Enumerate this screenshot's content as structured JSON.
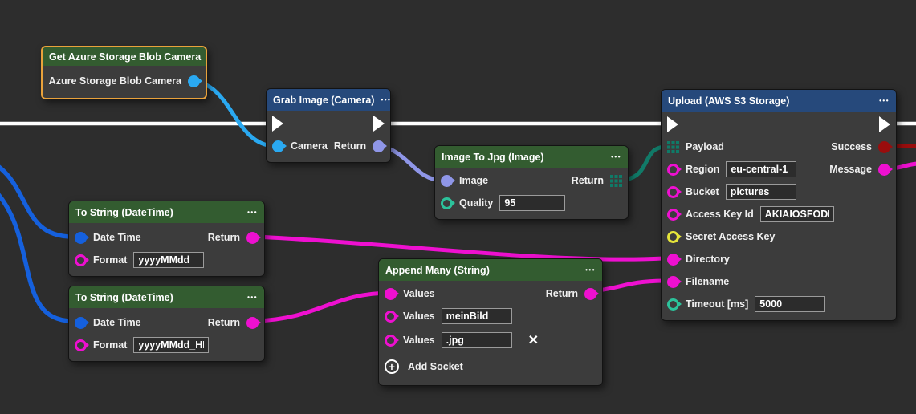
{
  "ui": {
    "menu_icon": "•••",
    "remove_icon": "✕",
    "add_icon": "+"
  },
  "colors": {
    "bg": "#2d2d2d",
    "node-body": "#3c3c3c",
    "header-green": "#335c30",
    "header-blue": "#26497b",
    "exec-white": "#ffffff",
    "camera-blue": "#2aa9f1",
    "date-blue": "#1560dd",
    "image-purple": "#8f96e8",
    "number-teal": "#2cc29b",
    "grid-teal": "#0e7b68",
    "teal-wire": "#117a68",
    "string-magenta": "#ee10d0",
    "secret-yellow": "#e6e53a",
    "success-red": "#9a0d0d",
    "selected-orange": "#e9a23b",
    "input-bg": "#2c2c2c",
    "input-border": "#9b9b9b",
    "label-text": "#f0f0f0"
  },
  "nodes": [
    {
      "title": "Get Azure Storage Blob Camera",
      "rows": [
        {
          "right_label": "Azure Storage Blob Camera"
        }
      ]
    },
    {
      "title": "Grab Image (Camera)",
      "rows": [
        {
          "label": "Camera",
          "right_label": "Return"
        }
      ]
    },
    {
      "title": "Image To Jpg (Image)",
      "rows": [
        {
          "label": "Image",
          "right_label": "Return"
        },
        {
          "label": "Quality",
          "value": "95"
        }
      ]
    },
    {
      "title": "Upload (AWS S3 Storage)",
      "rows": [
        {
          "label": "Payload",
          "right_label": "Success"
        },
        {
          "label": "Region",
          "value": "eu-central-1",
          "right_label": "Message"
        },
        {
          "label": "Bucket",
          "value": "pictures"
        },
        {
          "label": "Access Key Id",
          "value": "AKIAIOSFODNN"
        },
        {
          "label": "Secret Access Key"
        },
        {
          "label": "Directory"
        },
        {
          "label": "Filename"
        },
        {
          "label": "Timeout [ms]",
          "value": "5000"
        }
      ]
    },
    {
      "title": "To String (DateTime)",
      "rows": [
        {
          "label": "Date Time",
          "right_label": "Return"
        },
        {
          "label": "Format",
          "value": "yyyyMMdd"
        }
      ]
    },
    {
      "title": "To String (DateTime)",
      "rows": [
        {
          "label": "Date Time",
          "right_label": "Return"
        },
        {
          "label": "Format",
          "value": "yyyyMMdd_HH"
        }
      ]
    },
    {
      "title": "Append Many (String)",
      "rows": [
        {
          "label": "Values",
          "right_label": "Return"
        },
        {
          "label": "Values",
          "value": "meinBild"
        },
        {
          "label": "Values",
          "value": ".jpg"
        },
        {
          "label": "Add Socket"
        }
      ]
    }
  ]
}
